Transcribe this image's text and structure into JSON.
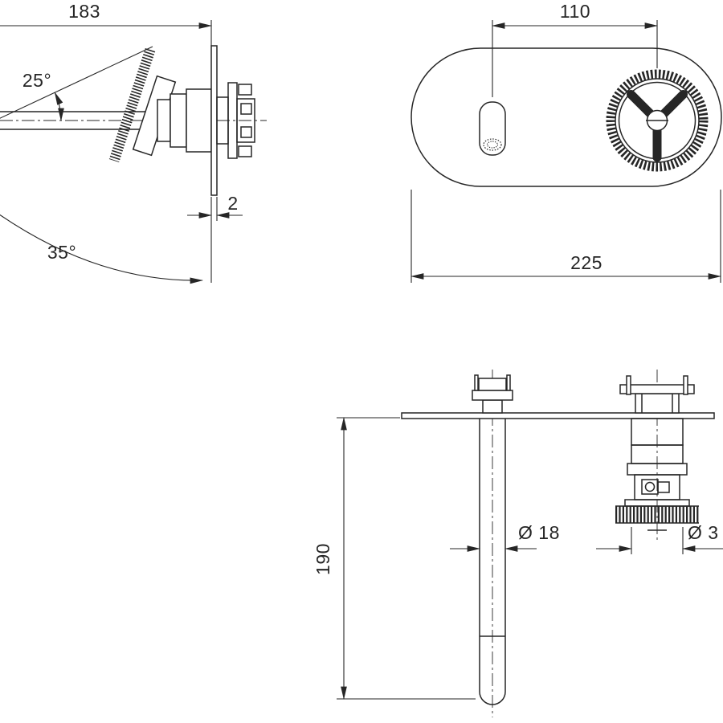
{
  "colors": {
    "line": "#262626",
    "background": "#ffffff"
  },
  "views": {
    "side": {
      "dims": {
        "depth": "183",
        "handle_angle": "25°",
        "plate_thickness": "2",
        "swivel_angle": "35°"
      }
    },
    "front": {
      "dims": {
        "spout_to_handle": "110",
        "plate_width": "225"
      }
    },
    "bottom": {
      "dims": {
        "drop": "190",
        "spout_diameter": "Ø 18",
        "valve_diameter": "Ø 3"
      }
    }
  }
}
